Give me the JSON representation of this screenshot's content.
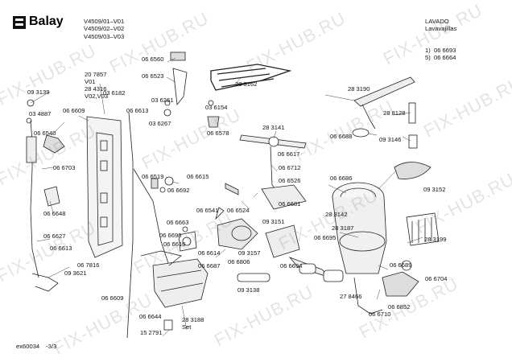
{
  "brand": "Balay",
  "models": [
    "V4509/01–V01",
    "V4509/02–V02",
    "V4509/03–V03"
  ],
  "section": {
    "title": "LAVADO",
    "subtitle": "Lavavajillas"
  },
  "notes": [
    {
      "key": "1)",
      "value": "06 6693"
    },
    {
      "key": "5)",
      "value": "06 6664"
    }
  ],
  "watermark": "FIX-HUB.RU",
  "footer": {
    "doc_id": "ex60034",
    "page": "-3/3"
  },
  "parts": [
    "20 7857",
    "V01",
    "28 4316",
    "V02,V03",
    "03 6182",
    "06 6560",
    "06 6523",
    "28 3162",
    "28 3190",
    "09 3139",
    "03 4887",
    "06 6609",
    "06 6613",
    "03 6261",
    "03 6267",
    "03 6154",
    "06 6578",
    "28 3141",
    "28 8128",
    "09 3146",
    "06 6688",
    "06 6540",
    "06 6703",
    "06 6617",
    "06 6712",
    "06 6526",
    "06 6681",
    "06 6686",
    "09 3152",
    "06 6519",
    "06 6615",
    "06 6692",
    "06 6541",
    "06 6524",
    "09 3151",
    "28 3142",
    "28 3187",
    "28 3199",
    "06 6648",
    "06 6663",
    "06 6693",
    "06 6610",
    "06 6614",
    "06 6687",
    "06 6806",
    "09 3157",
    "06 6694",
    "06 6695",
    "06 6627",
    "06 6613",
    "06 7816",
    "09 3621",
    "06 6609",
    "09 3138",
    "06 6689",
    "06 6704",
    "27 8466",
    "06 6852",
    "06 6710",
    "06 6644",
    "28 3188",
    "Set",
    "15 2791"
  ],
  "part_ids": [
    "20-7857",
    "v01",
    "28-4316",
    "v02-v03",
    "03-6182",
    "06-6560",
    "06-6523",
    "28-3162",
    "28-3190",
    "09-3139",
    "03-4887",
    "06-6609-top",
    "06-6613-top",
    "03-6261",
    "03-6267",
    "03-6154",
    "06-6578",
    "28-3141",
    "28-8128",
    "09-3146",
    "06-6688",
    "06-6540",
    "06-6703",
    "06-6617",
    "06-6712",
    "06-6526",
    "06-6681",
    "06-6686",
    "09-3152",
    "06-6519",
    "06-6615",
    "06-6692",
    "06-6541",
    "06-6524",
    "09-3151",
    "28-3142",
    "28-3187",
    "28-3199",
    "06-6648",
    "06-6663",
    "06-6693",
    "06-6610",
    "06-6614",
    "06-6687",
    "06-6806",
    "09-3157",
    "06-6694",
    "06-6695",
    "06-6627",
    "06-6613-bottom",
    "06-7816",
    "09-3621",
    "06-6609-bottom",
    "09-3138",
    "06-6689",
    "06-6704",
    "27-8466",
    "06-6852",
    "06-6710",
    "06-6644",
    "28-3188",
    "set",
    "15-2791"
  ]
}
